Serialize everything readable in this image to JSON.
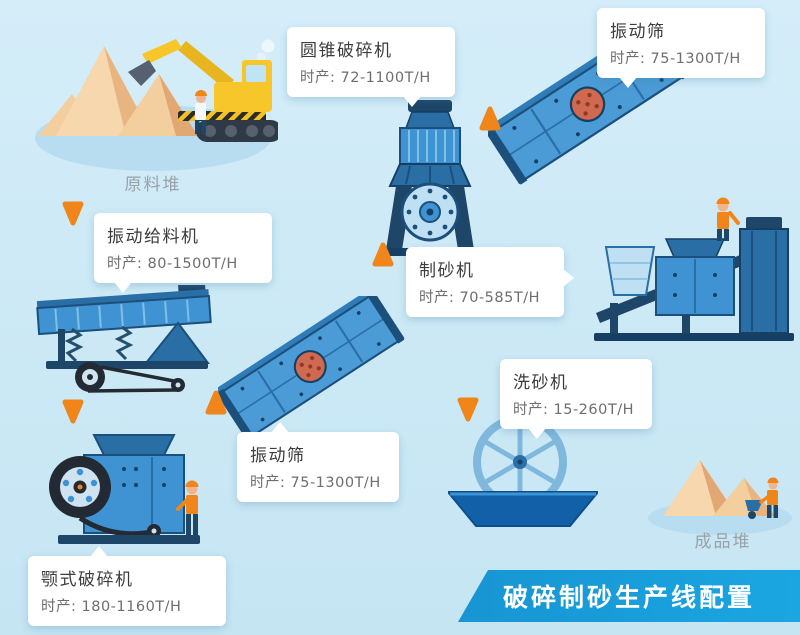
{
  "banner": {
    "title": "破碎制砂生产线配置",
    "bg_color": "#18a0dc",
    "text_color": "#ffffff"
  },
  "captions": {
    "raw_pile": "原料堆",
    "product_pile": "成品堆"
  },
  "labels": {
    "feeder": {
      "name": "振动给料机",
      "rate": "时产: 80-1500T/H"
    },
    "cone_crusher": {
      "name": "圆锥破碎机",
      "rate": "时产: 72-1100T/H"
    },
    "screen_top": {
      "name": "振动筛",
      "rate": "时产: 75-1300T/H"
    },
    "sand_maker": {
      "name": "制砂机",
      "rate": "时产: 70-585T/H"
    },
    "screen_mid": {
      "name": "振动筛",
      "rate": "时产: 75-1300T/H"
    },
    "jaw_crusher": {
      "name": "颚式破碎机",
      "rate": "时产: 180-1160T/H"
    },
    "sand_washer": {
      "name": "洗砂机",
      "rate": "时产: 15-260T/H"
    }
  },
  "icons": {
    "flow_arrow": "orange-triangle-arrow"
  },
  "colors": {
    "background": "#cde9f6",
    "accent_orange": "#f08519",
    "machine_blue": "#3f93d2",
    "machine_navy": "#1d4668",
    "banner_blue": "#18a0dc",
    "sand_tan": "#f6d7ae"
  }
}
